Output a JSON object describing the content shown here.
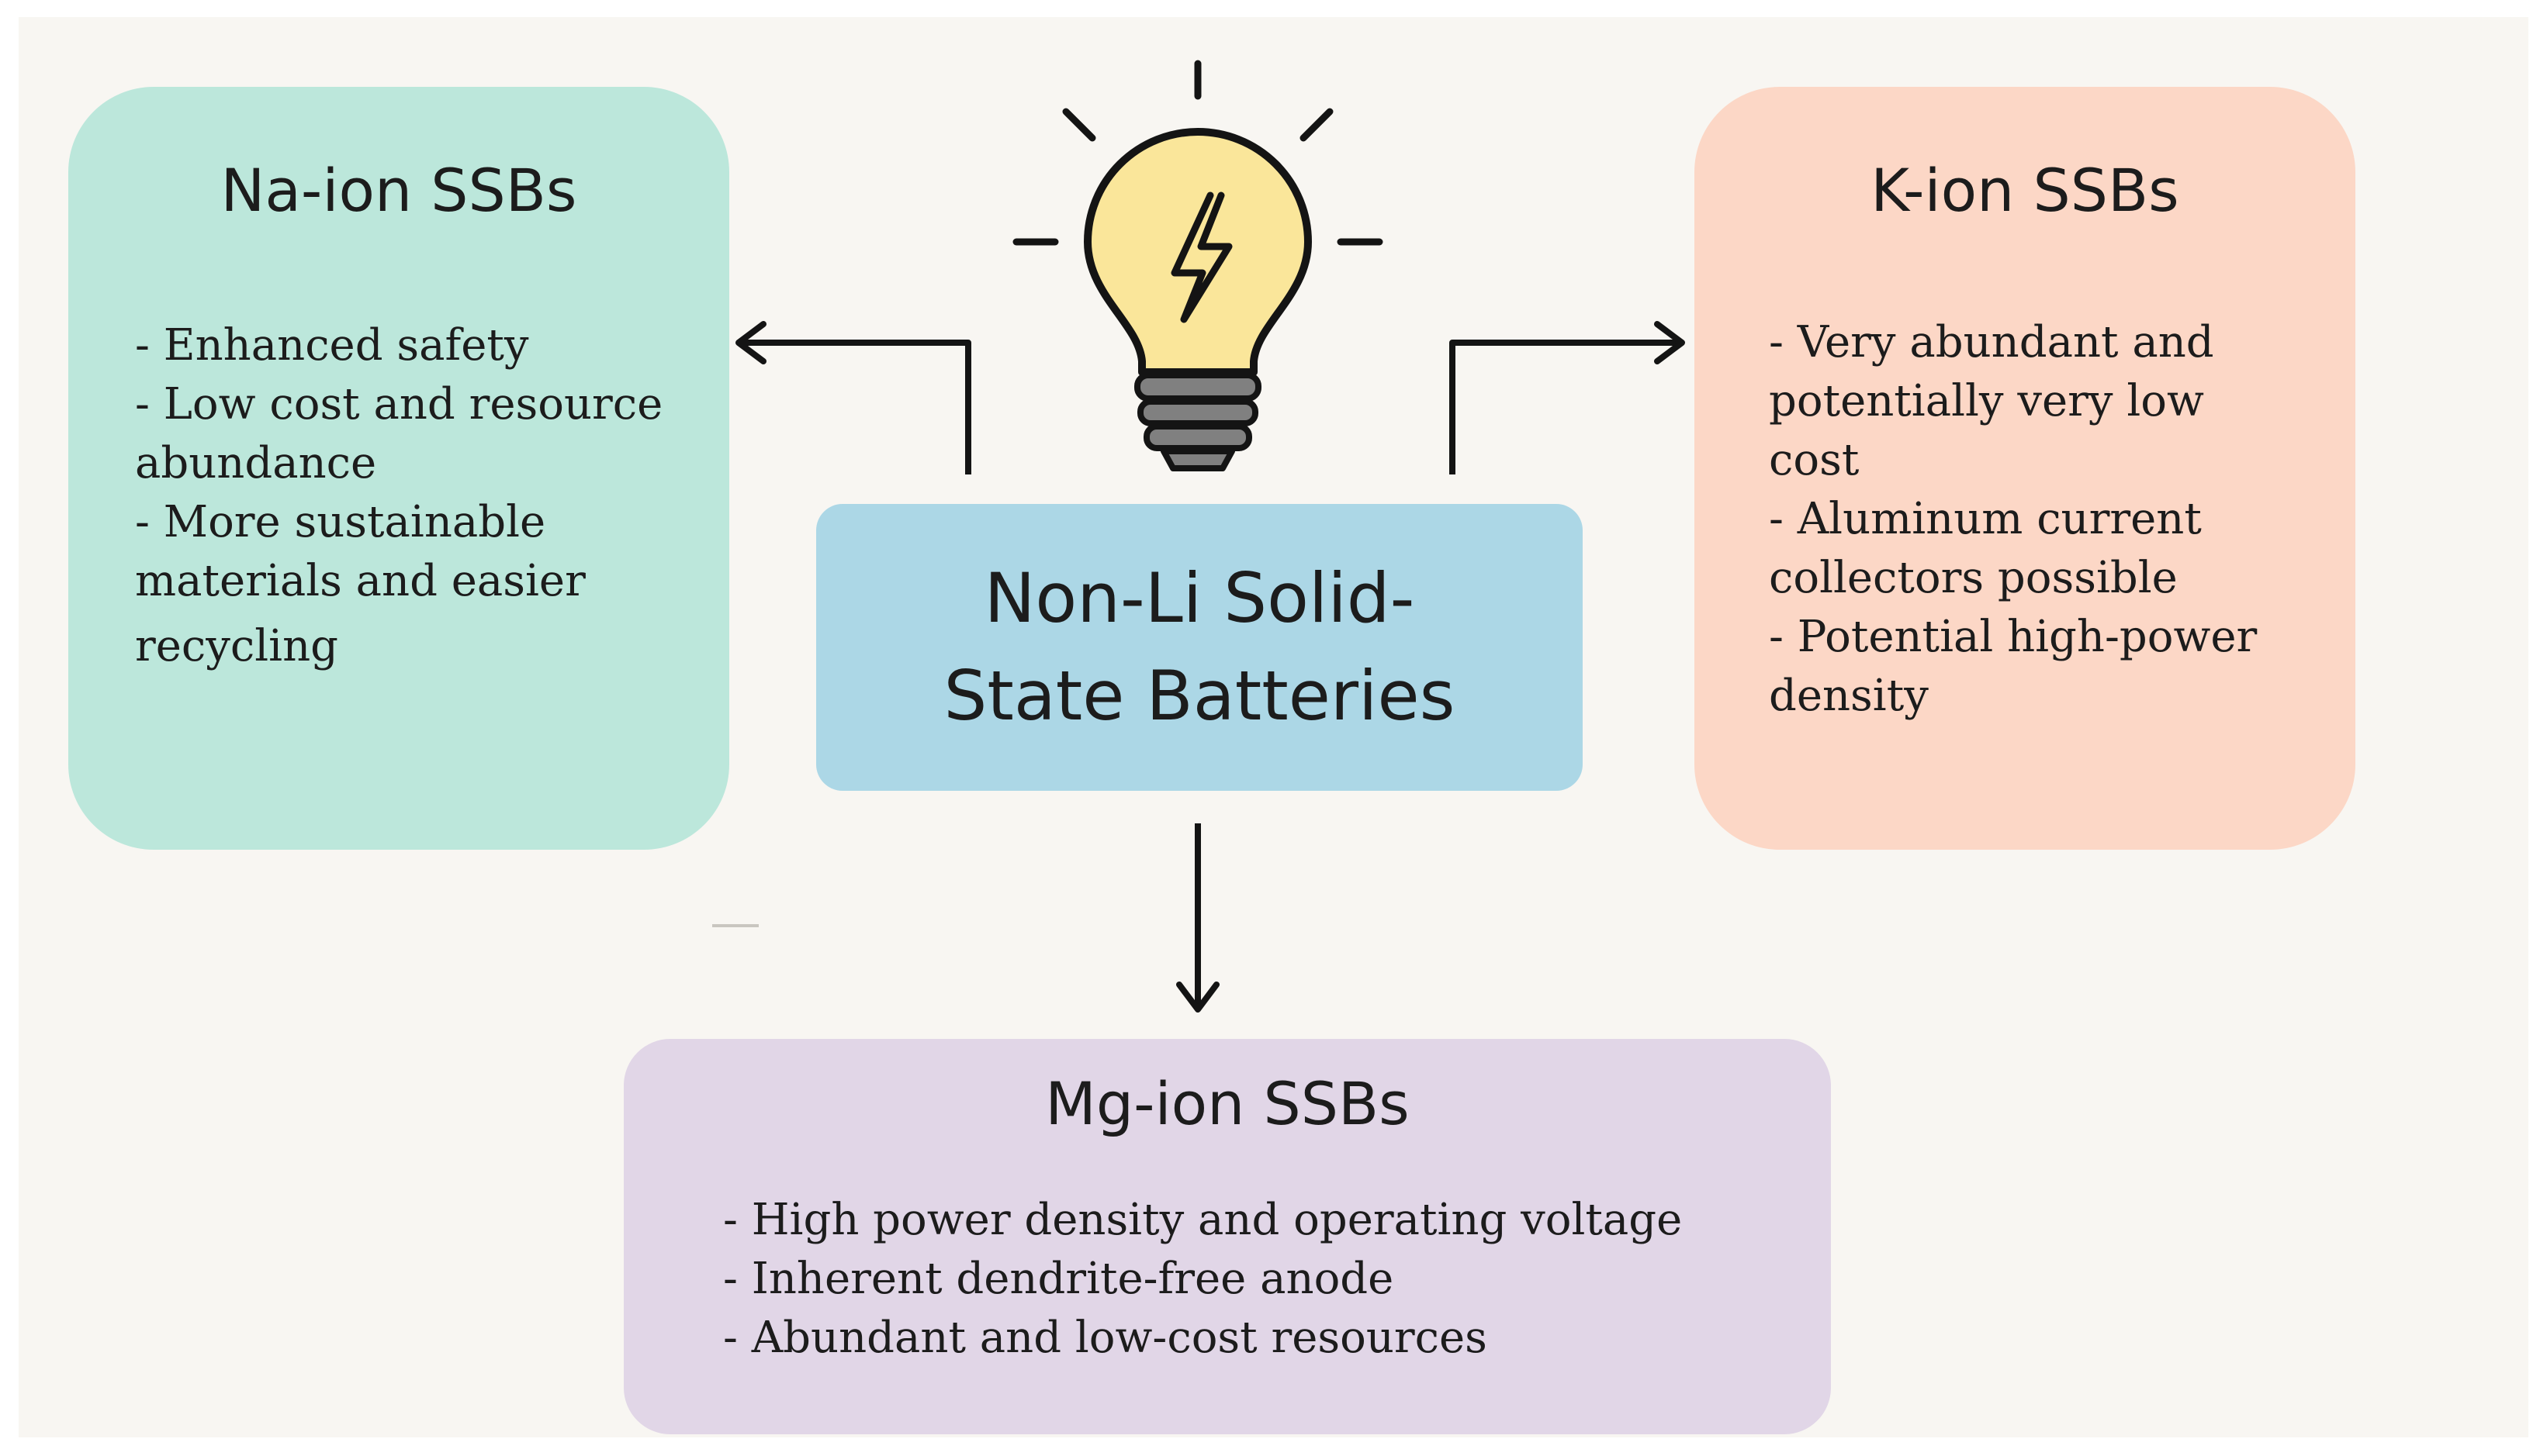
{
  "center": {
    "title_line1": "Non-Li Solid-",
    "title_line2": "State Batteries",
    "icon": "lightbulb-icon"
  },
  "nodes": {
    "na": {
      "title": "Na-ion SSBs",
      "color": "#bce7db",
      "lines": [
        "- Enhanced safety",
        "- Low cost and resource",
        "abundance",
        "- More sustainable",
        "materials and easier",
        "recycling"
      ]
    },
    "k": {
      "title": "K-ion SSBs",
      "color": "#fcd7c6",
      "lines": [
        "- Very abundant and",
        "potentially very low",
        "cost",
        "- Aluminum current",
        "collectors possible",
        "- Potential high-power",
        "density"
      ]
    },
    "mg": {
      "title": "Mg-ion SSBs",
      "color": "#e1d6e7",
      "lines": [
        "- High power density and operating voltage",
        "- Inherent dendrite-free anode",
        "- Abundant and low-cost resources"
      ]
    }
  },
  "colors": {
    "center_fill": "#acd7e6",
    "bulb_fill": "#fae69a",
    "bulb_base": "#808080",
    "background": "#f8f6f2",
    "stroke": "#141414"
  },
  "edges": [
    {
      "from": "center",
      "to": "na"
    },
    {
      "from": "center",
      "to": "k"
    },
    {
      "from": "center",
      "to": "mg"
    }
  ]
}
